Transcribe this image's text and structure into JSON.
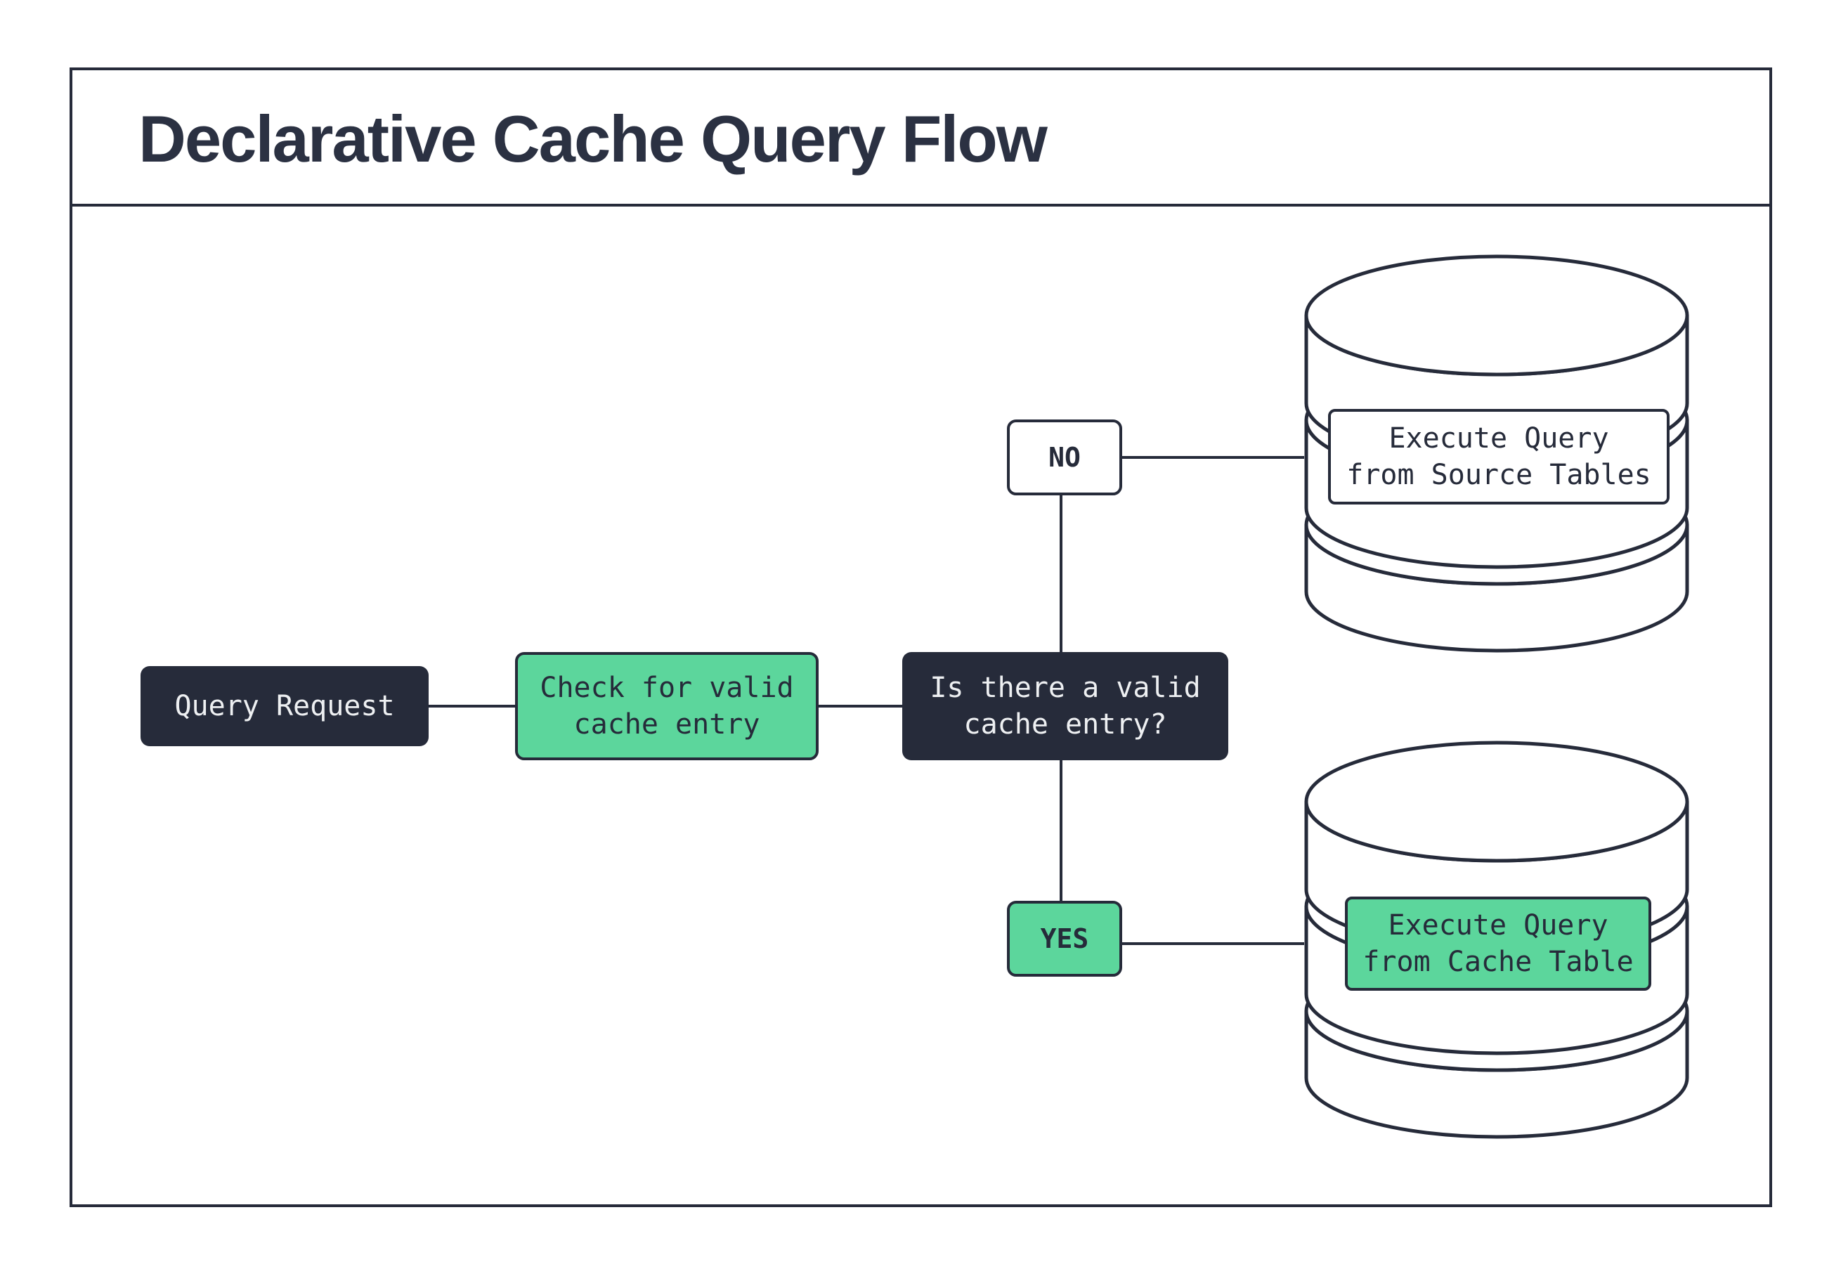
{
  "title": "Declarative Cache Query Flow",
  "colors": {
    "ink": "#262b3a",
    "ink_title": "#2b3142",
    "green": "#5cd69c",
    "paper": "#ffffff",
    "text_light": "#eef0f2"
  },
  "nodes": {
    "query_request": {
      "label": "Query Request"
    },
    "check_cache": {
      "lines": [
        "Check for valid",
        "cache entry"
      ]
    },
    "cache_question": {
      "lines": [
        "Is there a valid",
        "cache entry?"
      ]
    },
    "no_branch": {
      "label": "NO"
    },
    "yes_branch": {
      "label": "YES"
    },
    "execute_source": {
      "lines": [
        "Execute Query",
        "from Source Tables"
      ]
    },
    "execute_cache": {
      "lines": [
        "Execute Query",
        "from Cache Table"
      ]
    }
  }
}
